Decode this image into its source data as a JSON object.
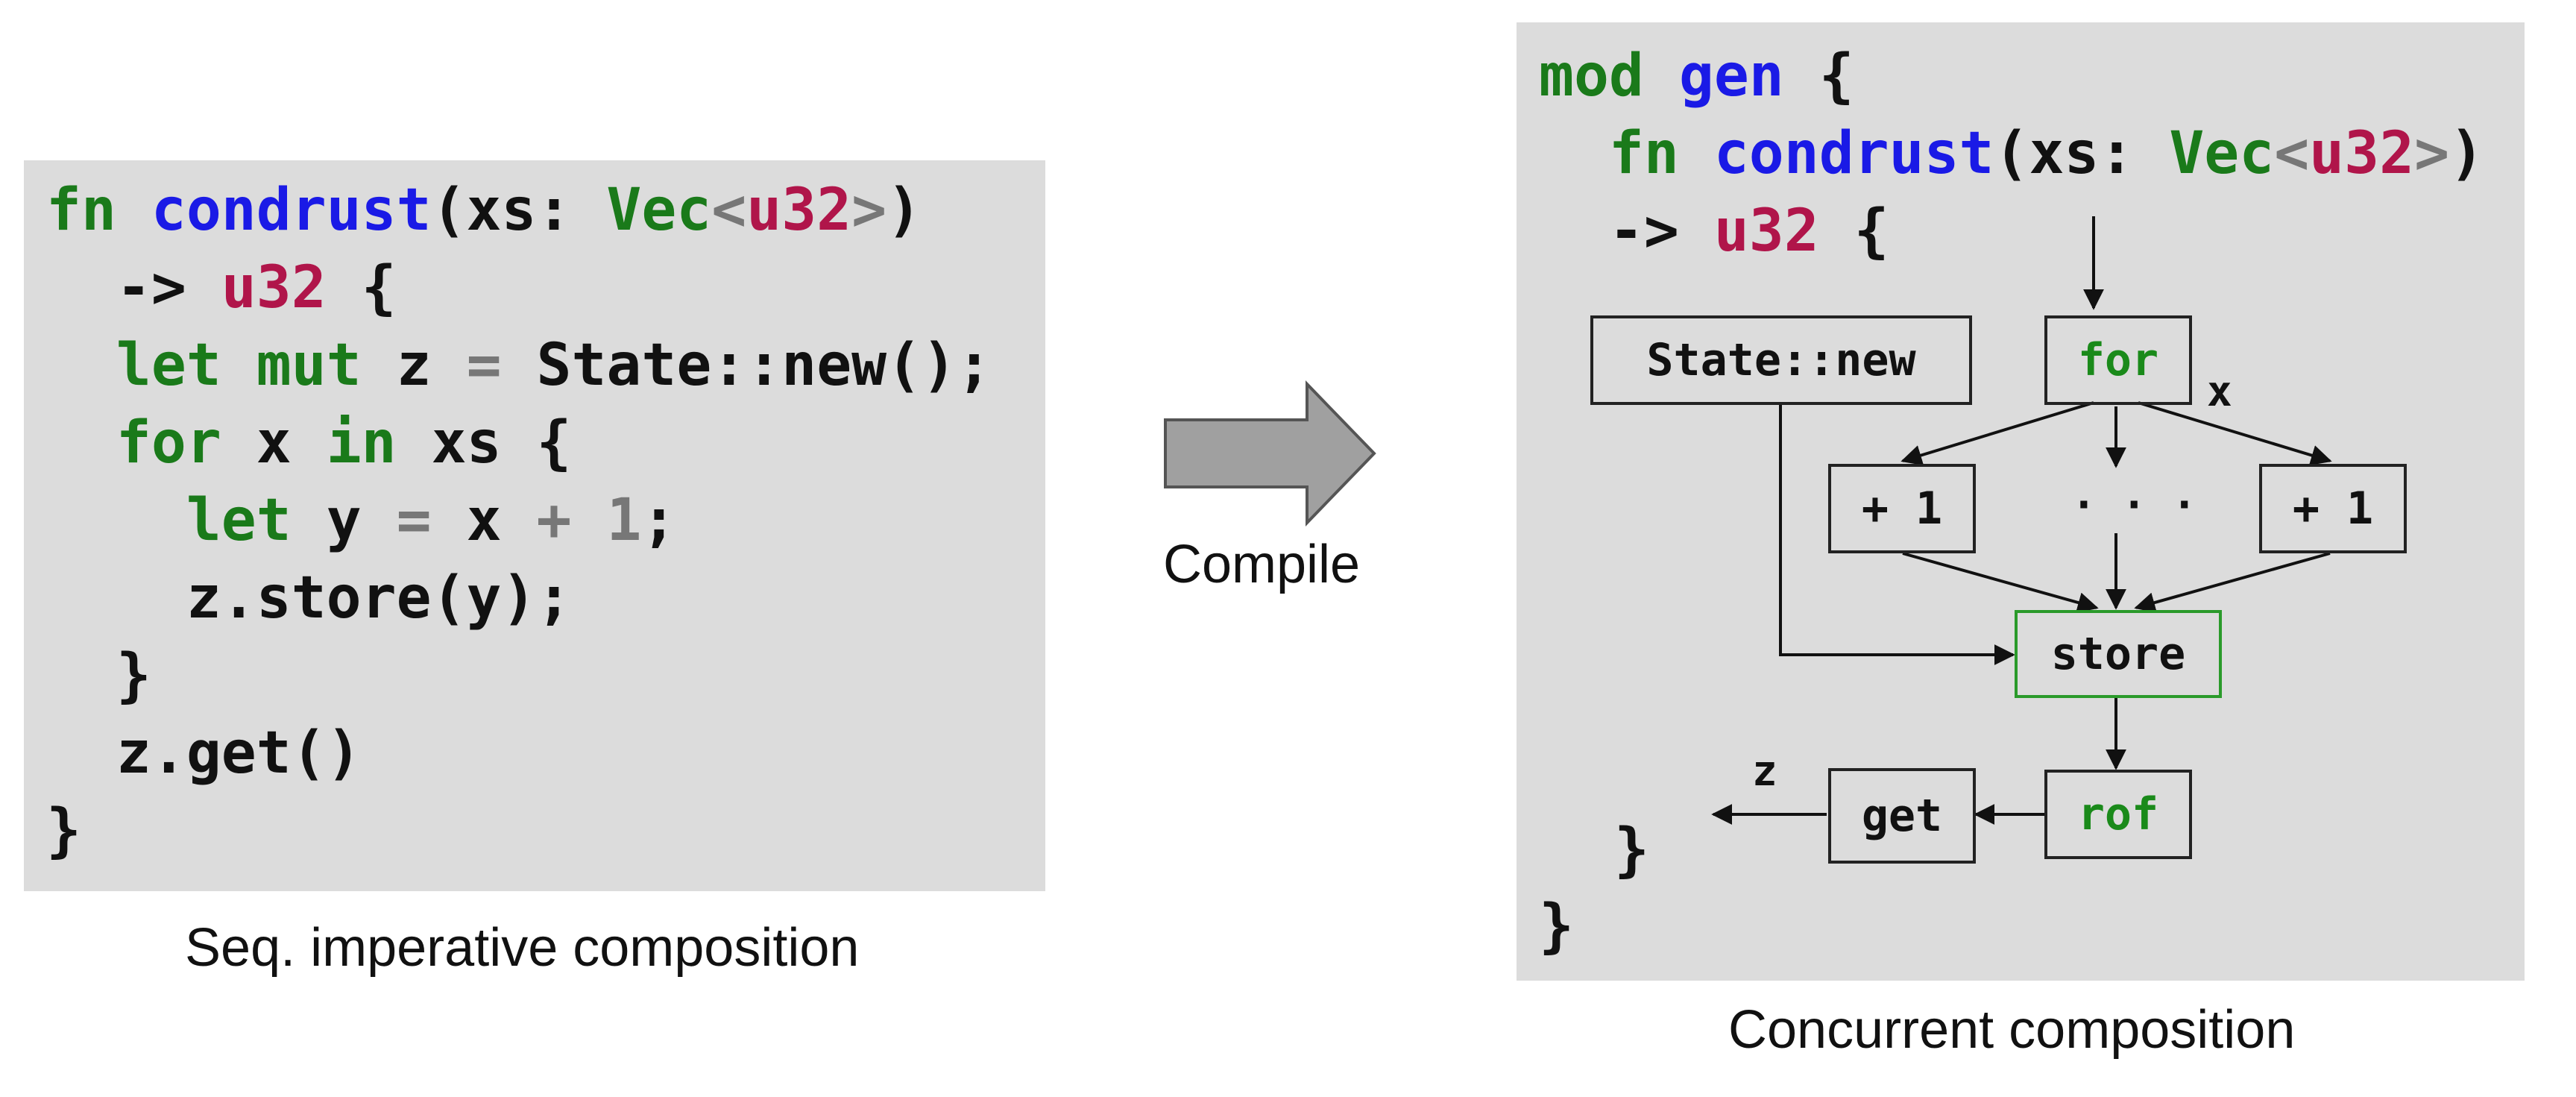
{
  "left_code": {
    "line1": {
      "kw": "fn",
      "name": "condrust",
      "p1": "(xs: ",
      "vec": "Vec",
      "lt": "<",
      "u32": "u32",
      "gt": ">",
      "p2": ")"
    },
    "line2": {
      "arrow": "->",
      "u32": "u32",
      "brace": "{"
    },
    "line3": {
      "let": "let",
      "mut": "mut",
      "z": "z",
      "eq": "=",
      "rest": "State::new();"
    },
    "line4": {
      "for": "for",
      "x": "x",
      "in": "in",
      "rest": "xs {"
    },
    "line5": {
      "let": "let",
      "y": "y",
      "eq": "=",
      "x": "x",
      "plus": "+",
      "one": "1",
      "semi": ";"
    },
    "line6": "z.store(y);",
    "line7": "}",
    "line8": "z.get()",
    "line9": "}"
  },
  "left_caption": "Seq. imperative composition",
  "compile_label": "Compile",
  "right_code": {
    "line1": {
      "kw": "mod",
      "name": "gen",
      "brace": "{"
    },
    "line2": {
      "kw": "fn",
      "name": "condrust",
      "p1": "(xs: ",
      "vec": "Vec",
      "lt": "<",
      "u32": "u32",
      "gt": ">",
      "p2": ")"
    },
    "line3": {
      "arrow": "->",
      "u32": "u32",
      "brace": "{"
    },
    "close_inner": "}",
    "close_outer": "}"
  },
  "right_caption": "Concurrent composition",
  "graph": {
    "state_new": "State::new",
    "for": "for",
    "x_label": "x",
    "plus_left": "+ 1",
    "dots": "· · ·",
    "plus_right": "+ 1",
    "store": "store",
    "get": "get",
    "rof": "rof",
    "z_label": "z"
  },
  "colors": {
    "panel_bg": "#dcdcdc",
    "keyword": "#1a7a1a",
    "fn_name": "#1a1ae6",
    "primitive": "#b0154a",
    "operator": "#777777",
    "arrow_fill": "#a0a0a0"
  }
}
